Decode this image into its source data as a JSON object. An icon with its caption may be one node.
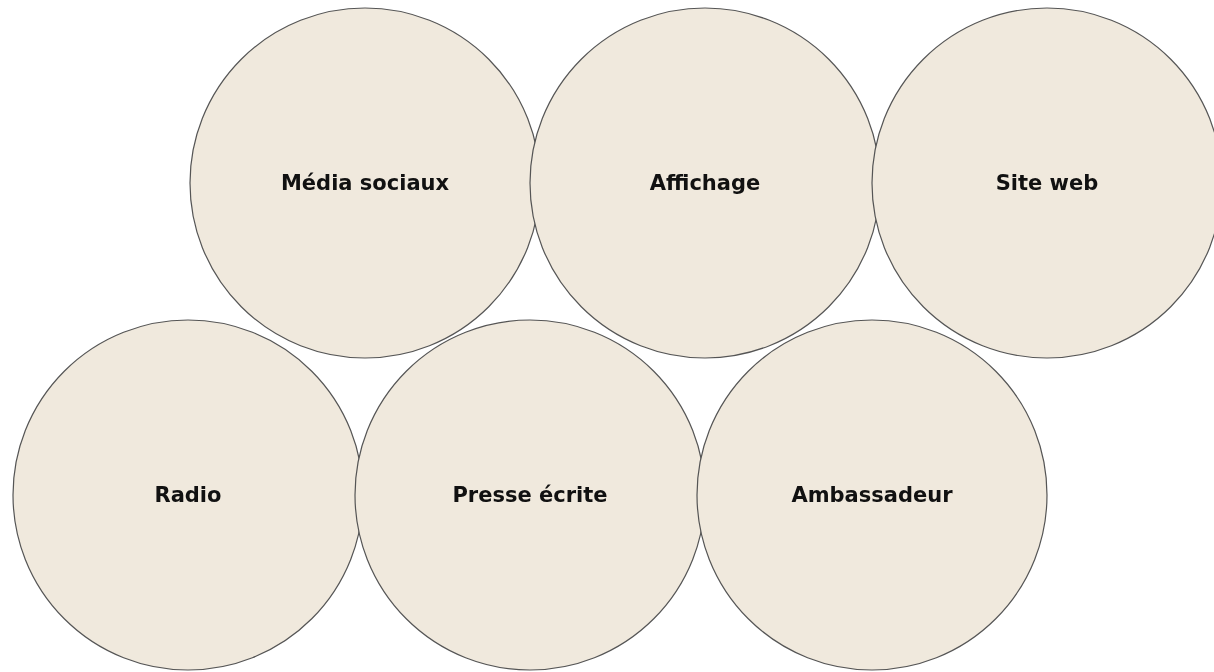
{
  "diagram": {
    "nodes": [
      {
        "text": [
          "Média sociaux"
        ]
      },
      {
        "text": [
          "Affichage"
        ]
      },
      {
        "text": [
          "Site web"
        ]
      },
      {
        "text": [
          "Radio"
        ]
      },
      {
        "text": [
          "Presse écrite"
        ]
      },
      {
        "text": [
          "Ambassadeur"
        ]
      }
    ],
    "edges": []
  }
}
